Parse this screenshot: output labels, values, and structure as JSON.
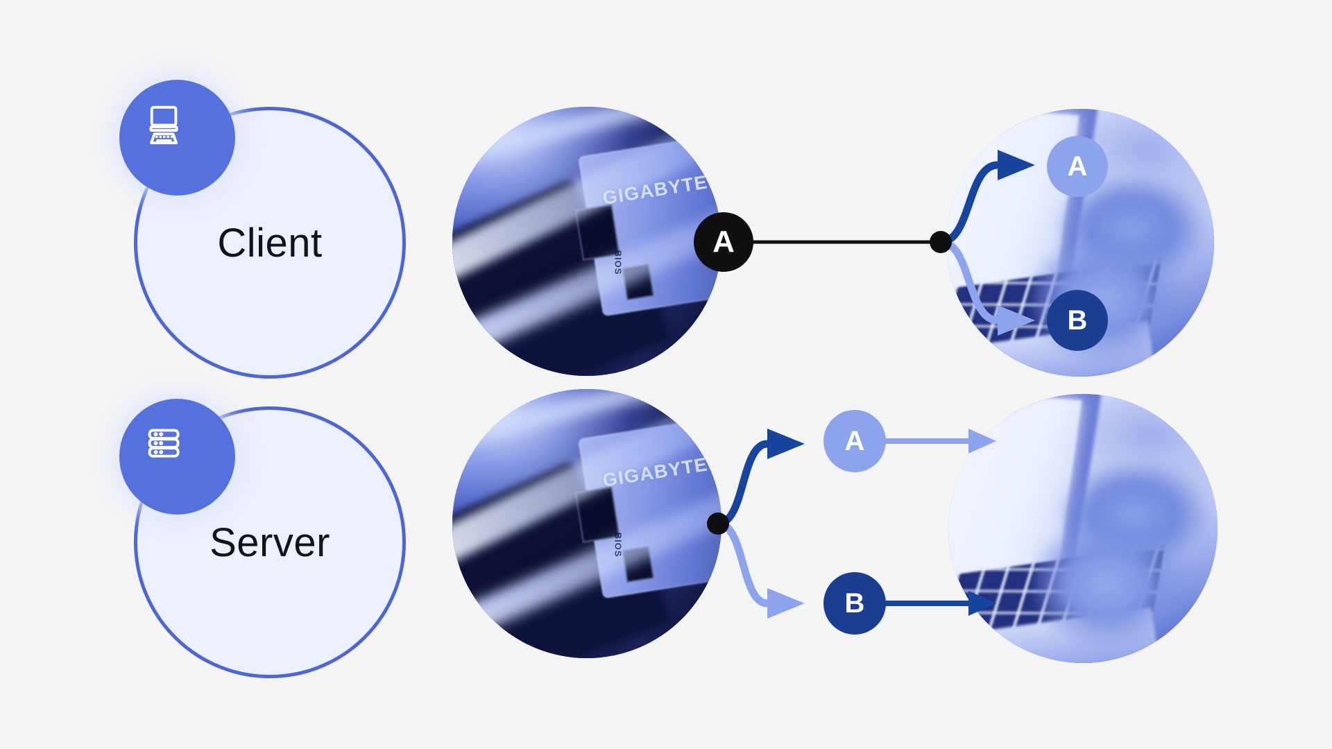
{
  "theme": {
    "background": "#f4f4f5",
    "outline_blue": "#4c66d3",
    "node_fill": "#eceffc",
    "badge_blue": "#5571dd",
    "dark_blue": "#17459e",
    "light_blue": "#8da4ed",
    "navy": "#1c3e92",
    "ink": "#121217",
    "black": "#101013",
    "white": "#ffffff"
  },
  "nodes": {
    "client": {
      "label": "Client",
      "icon": "laptop-icon"
    },
    "server": {
      "label": "Server",
      "icon": "server-rack-icon"
    }
  },
  "photos": {
    "server_board": {
      "brand": "GIGABYTE",
      "side_text": "BIOS"
    }
  },
  "markers": {
    "a": "A",
    "b": "B"
  }
}
